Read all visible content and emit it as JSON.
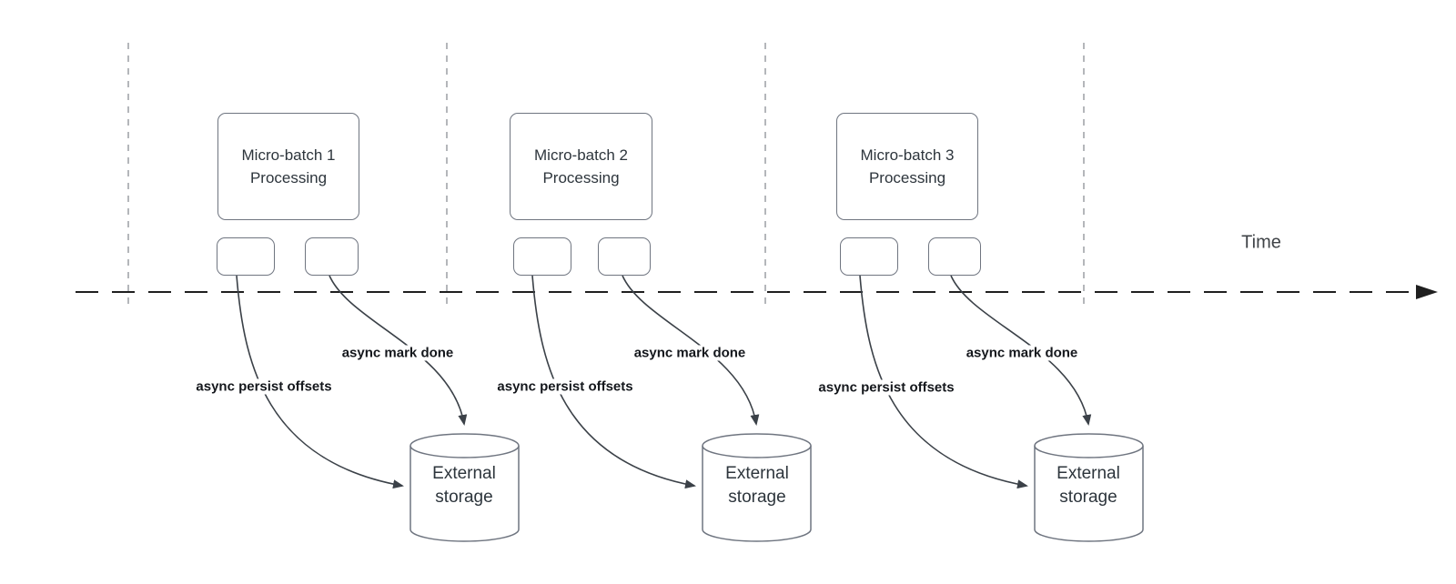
{
  "timeline": {
    "label": "Time"
  },
  "sections": [
    {
      "box_line1": "Micro-batch 1",
      "box_line2": "Processing",
      "persist_label": "async persist offsets",
      "mark_label": "async mark done",
      "storage_line1": "External",
      "storage_line2": "storage"
    },
    {
      "box_line1": "Micro-batch 2",
      "box_line2": "Processing",
      "persist_label": "async persist offsets",
      "mark_label": "async mark done",
      "storage_line1": "External",
      "storage_line2": "storage"
    },
    {
      "box_line1": "Micro-batch 3",
      "box_line2": "Processing",
      "persist_label": "async persist offsets",
      "mark_label": "async mark done",
      "storage_line1": "External",
      "storage_line2": "storage"
    }
  ],
  "colors": {
    "background": "#ffffff",
    "shape_stroke": "#6f7580",
    "arrow_stroke": "#3b4148",
    "timeline_color": "#1f1f1f",
    "guide_color": "#a2a5aa",
    "box_text": "#2d353c",
    "label_text": "#14171c",
    "time_text": "#3f4347"
  }
}
